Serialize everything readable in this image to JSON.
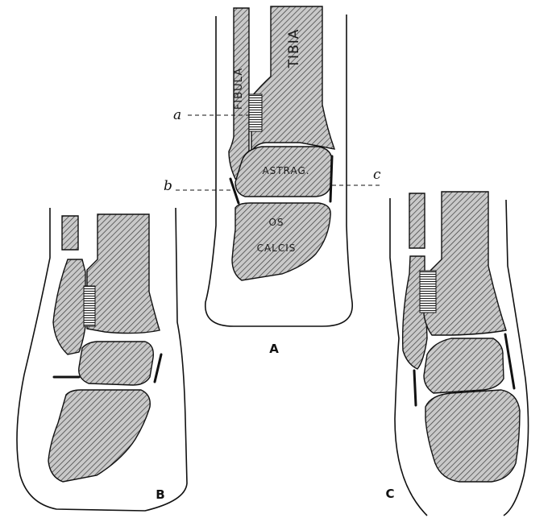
{
  "panels": {
    "A": {
      "figure_label": "A",
      "bones": {
        "fibula": "FIBULA",
        "tibia": "TIBIA",
        "astragalus": "ASTRAG.",
        "os_calcis_line1": "OS",
        "os_calcis_line2": "CALCIS"
      },
      "markers": {
        "a": "a",
        "b": "b",
        "c": "c"
      }
    },
    "B": {
      "figure_label": "B"
    },
    "C": {
      "figure_label": "C"
    }
  },
  "colors": {
    "ink": "#111111",
    "paper": "#ffffff",
    "hatch": "#3a3a3a"
  }
}
